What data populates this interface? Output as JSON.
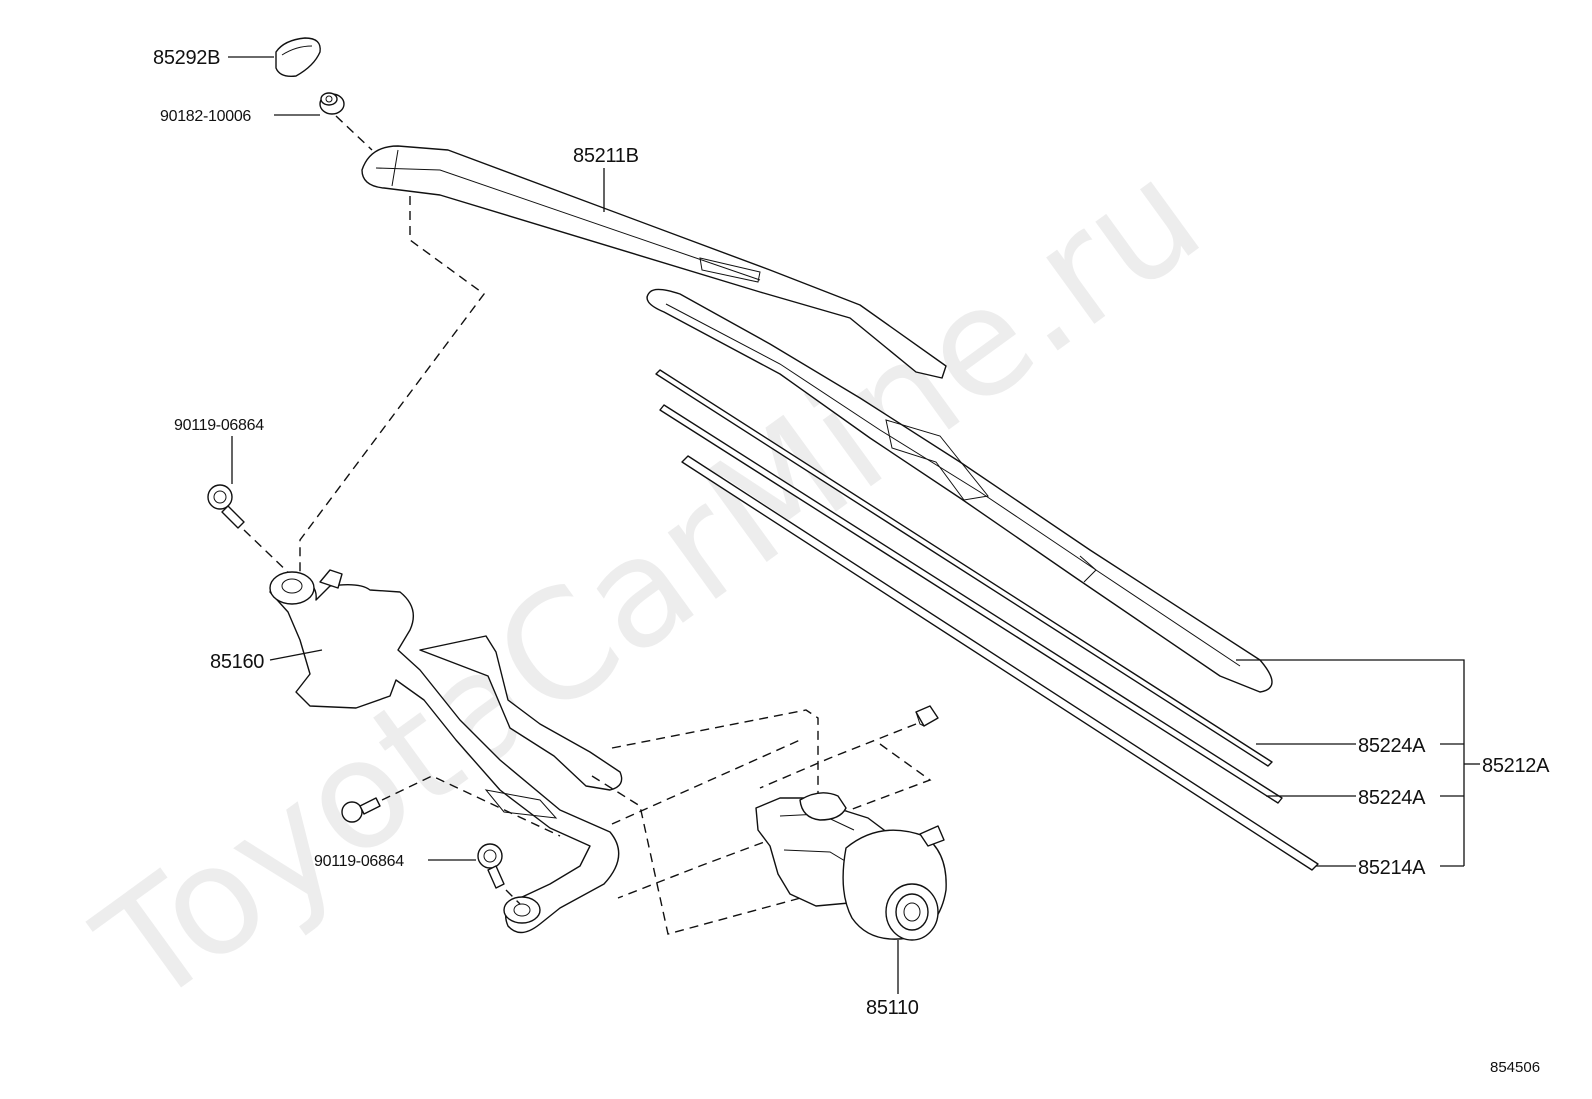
{
  "watermark": "ToyotaCarMine.ru",
  "diagram_id": "854506",
  "parts": {
    "cap": "85292B",
    "nut": "90182-10006",
    "arm": "85211B",
    "bolt_top": "90119-06864",
    "linkage": "85160",
    "bolt_bottom": "90119-06864",
    "motor": "85110",
    "rubber_1": "85224A",
    "rubber_2": "85224A",
    "insert": "85214A",
    "blade_assy": "85212A"
  }
}
